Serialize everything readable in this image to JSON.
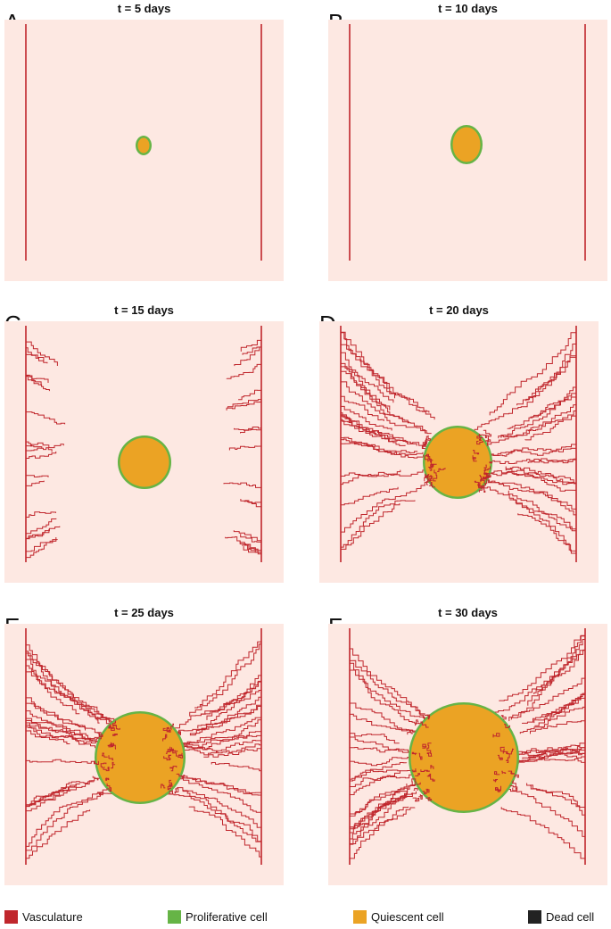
{
  "colors": {
    "background": "#fde8e2",
    "vasculature": "#c0262c",
    "proliferative": "#66b446",
    "quiescent": "#eba324",
    "dead": "#222222"
  },
  "panels": [
    {
      "letter": "A",
      "title": "t = 5 days"
    },
    {
      "letter": "B",
      "title": "t = 10 days"
    },
    {
      "letter": "C",
      "title": "t = 15 days"
    },
    {
      "letter": "D",
      "title": "t = 20 days"
    },
    {
      "letter": "E",
      "title": "t = 25 days"
    },
    {
      "letter": "F",
      "title": "t = 30 days"
    }
  ],
  "legend": [
    {
      "label": "Vasculature",
      "color": "#c0262c"
    },
    {
      "label": "Proliferative cell",
      "color": "#66b446"
    },
    {
      "label": "Quiescent cell",
      "color": "#eba324"
    },
    {
      "label": "Dead cell",
      "color": "#222222"
    }
  ]
}
